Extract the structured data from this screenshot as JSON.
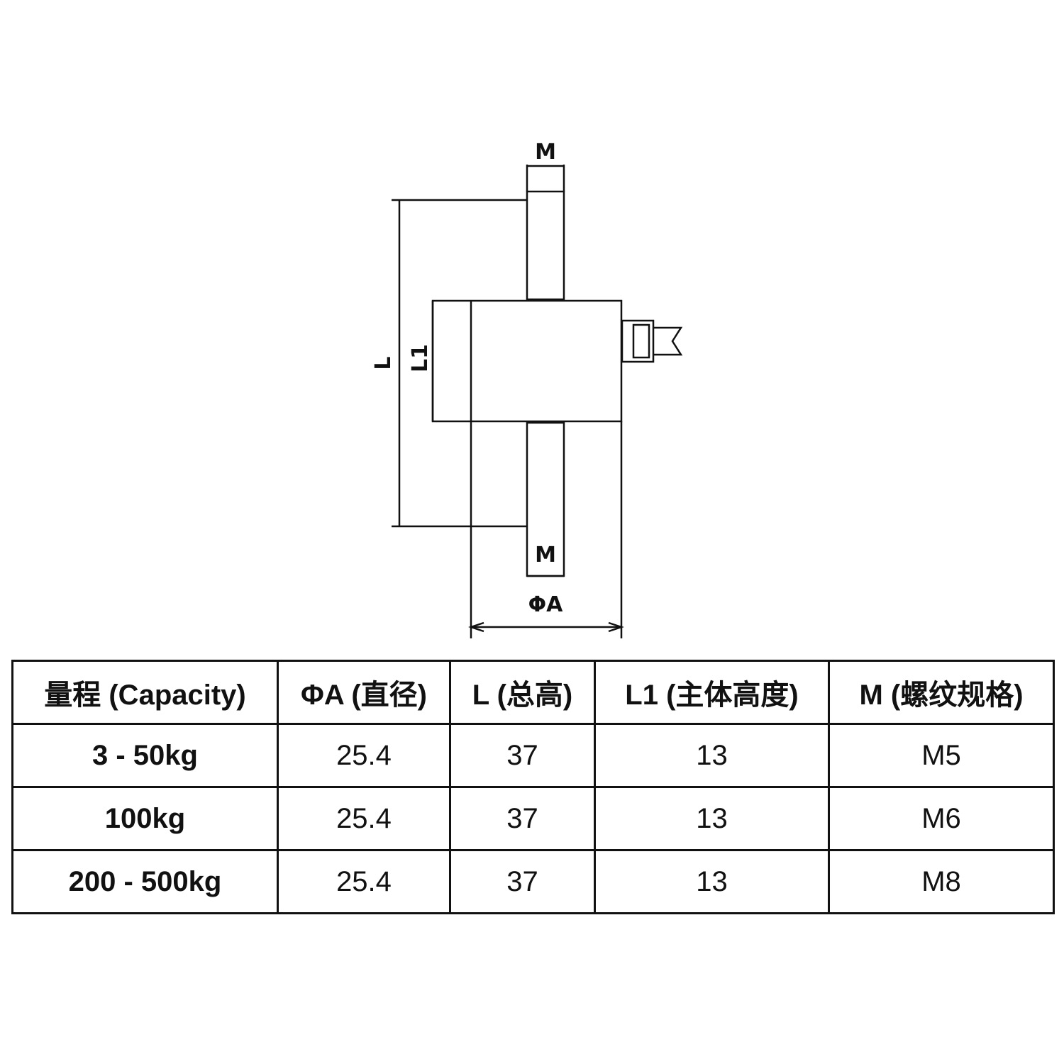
{
  "diagram": {
    "labels": {
      "top_thread": "M",
      "bottom_thread": "M",
      "overall_length": "L",
      "body_length": "L1",
      "diameter": "ΦA"
    }
  },
  "table": {
    "headers": [
      "量程 (Capacity)",
      "ΦA (直径)",
      "L (总高)",
      "L1 (主体高度)",
      "M (螺纹规格)"
    ],
    "rows": [
      [
        "3 - 50kg",
        "25.4",
        "37",
        "13",
        "M5"
      ],
      [
        "100kg",
        "25.4",
        "37",
        "13",
        "M6"
      ],
      [
        "200 - 500kg",
        "25.4",
        "37",
        "13",
        "M8"
      ]
    ]
  }
}
